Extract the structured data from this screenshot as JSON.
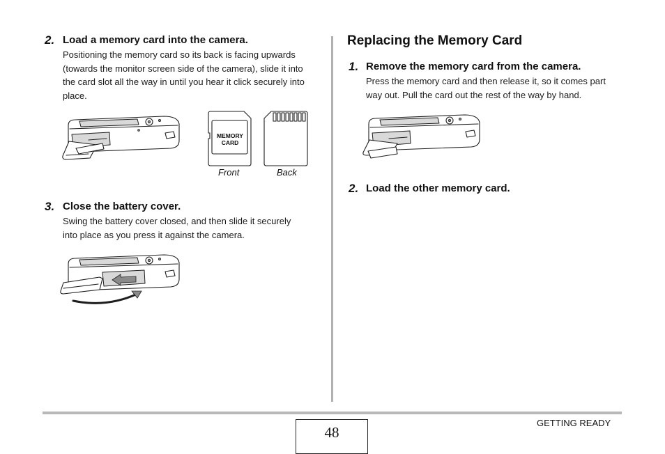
{
  "left_column": {
    "step_2": {
      "number": "2.",
      "title": "Load a memory card into the camera.",
      "body": [
        "Positioning the memory card so its back is facing upwards",
        "(towards the monitor screen side of the camera), slide it into",
        "the card slot all the way in until you hear it click securely into",
        "place."
      ]
    },
    "card_figure": {
      "front_label_line1": "MEMORY",
      "front_label_line2": "CARD",
      "front_caption": "Front",
      "back_caption": "Back"
    },
    "step_3": {
      "number": "3.",
      "title": "Close the battery cover.",
      "body": [
        "Swing the battery cover closed, and then slide it securely",
        "into place as you press it against the camera."
      ]
    }
  },
  "right_column": {
    "heading": "Replacing the Memory Card",
    "step_1": {
      "number": "1.",
      "title": "Remove the memory card from the camera.",
      "body": [
        "Press the memory card and then release it, so it comes part",
        "way out. Pull the card out the rest of the way by hand."
      ]
    },
    "step_2": {
      "number": "2.",
      "title": "Load the other memory card."
    }
  },
  "footer": {
    "page_number": "48",
    "section": "GETTING READY"
  }
}
